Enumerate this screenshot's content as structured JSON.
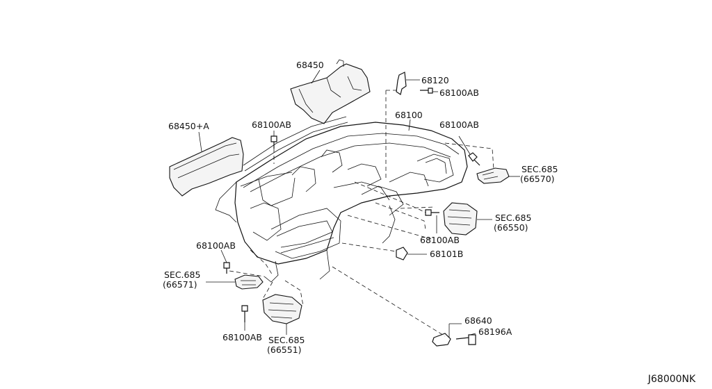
{
  "diagram": {
    "labels": {
      "p68450": "68450",
      "p68120": "68120",
      "p68100ab_top": "68100AB",
      "p68450a": "68450+A",
      "p68100ab_left": "68100AB",
      "p68100": "68100",
      "p68100ab_right": "68100AB",
      "sec685_r1": "SEC.685",
      "sec685_r1_sub": "(66570)",
      "sec685_r2": "SEC.685",
      "sec685_r2_sub": "(66550)",
      "p68100ab_mid": "68100AB",
      "p68101b": "68101B",
      "p68100ab_l2": "68100AB",
      "sec685_l1": "SEC.685",
      "sec685_l1_sub": "(66571)",
      "p68640": "68640",
      "p68196a": "68196A",
      "p68100ab_bottom": "68100AB",
      "sec685_b": "SEC.685",
      "sec685_b_sub": "(66551)",
      "code": "J68000NK"
    }
  }
}
